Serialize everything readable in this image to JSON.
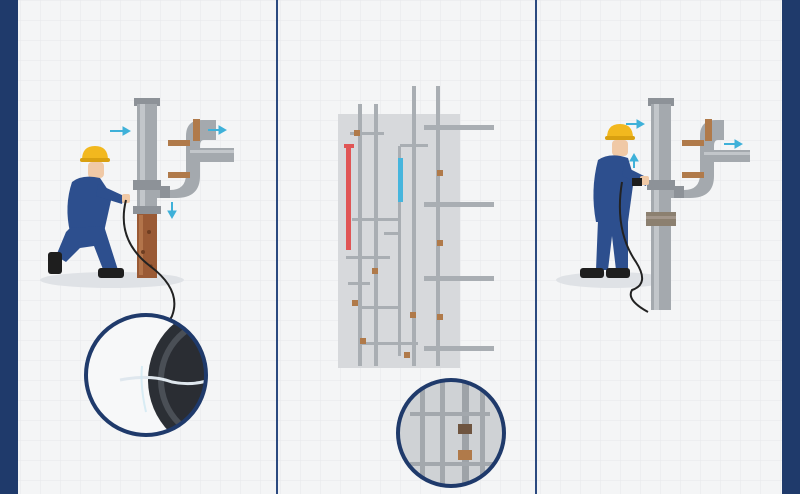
{
  "colors": {
    "border_navy": "#1f3a6b",
    "divider": "#2c4a80",
    "background": "#f4f5f6",
    "grid": "#e3e6ea",
    "pipe": "#9ea3a8",
    "pipe_dark": "#7f858b",
    "fitting_copper": "#b07a4a",
    "flow_arrow": "#3fb1d9",
    "hot_line": "#e05555",
    "cold_line": "#46b5dd",
    "worker_suit": "#2d4f8e",
    "helmet": "#f2b81e",
    "skin": "#f0c9a6",
    "rust": "#9a5a35",
    "cable": "#222222"
  },
  "panels": [
    {
      "name": "leak-detection-panel",
      "icons": [
        "worker-icon",
        "pipe-icon",
        "magnifier-icon"
      ]
    },
    {
      "name": "piping-schematic-panel",
      "icons": [
        "pipe-network-icon",
        "magnifier-icon"
      ]
    },
    {
      "name": "repaired-pipe-panel",
      "icons": [
        "worker-icon",
        "pipe-icon"
      ]
    }
  ]
}
